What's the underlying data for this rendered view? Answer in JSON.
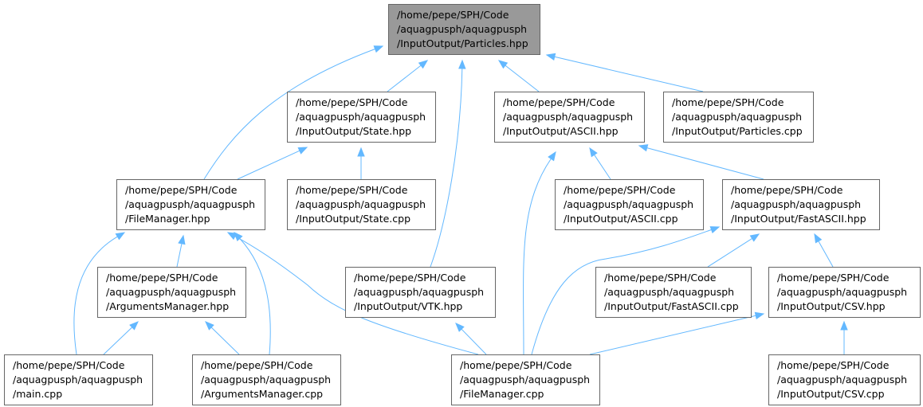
{
  "colors": {
    "highlight_fill": "#999999",
    "node_fill": "#ffffff",
    "node_border": "#666666",
    "edge": "#63b8ff",
    "text": "#000000"
  },
  "nodes": [
    {
      "id": "particles-hpp",
      "lines": [
        "/home/pepe/SPH/Code",
        "/aquagpusph/aquagpusph",
        "/InputOutput/Particles.hpp"
      ],
      "highlight": true
    },
    {
      "id": "state-hpp",
      "lines": [
        "/home/pepe/SPH/Code",
        "/aquagpusph/aquagpusph",
        "/InputOutput/State.hpp"
      ]
    },
    {
      "id": "ascii-hpp",
      "lines": [
        "/home/pepe/SPH/Code",
        "/aquagpusph/aquagpusph",
        "/InputOutput/ASCII.hpp"
      ]
    },
    {
      "id": "particles-cpp",
      "lines": [
        "/home/pepe/SPH/Code",
        "/aquagpusph/aquagpusph",
        "/InputOutput/Particles.cpp"
      ]
    },
    {
      "id": "filemanager-hpp",
      "lines": [
        "/home/pepe/SPH/Code",
        "/aquagpusph/aquagpusph",
        "/FileManager.hpp"
      ]
    },
    {
      "id": "state-cpp",
      "lines": [
        "/home/pepe/SPH/Code",
        "/aquagpusph/aquagpusph",
        "/InputOutput/State.cpp"
      ]
    },
    {
      "id": "ascii-cpp",
      "lines": [
        "/home/pepe/SPH/Code",
        "/aquagpusph/aquagpusph",
        "/InputOutput/ASCII.cpp"
      ]
    },
    {
      "id": "fastascii-hpp",
      "lines": [
        "/home/pepe/SPH/Code",
        "/aquagpusph/aquagpusph",
        "/InputOutput/FastASCII.hpp"
      ]
    },
    {
      "id": "argumentsmanager-hpp",
      "lines": [
        "/home/pepe/SPH/Code",
        "/aquagpusph/aquagpusph",
        "/ArgumentsManager.hpp"
      ]
    },
    {
      "id": "vtk-hpp",
      "lines": [
        "/home/pepe/SPH/Code",
        "/aquagpusph/aquagpusph",
        "/InputOutput/VTK.hpp"
      ]
    },
    {
      "id": "fastascii-cpp",
      "lines": [
        "/home/pepe/SPH/Code",
        "/aquagpusph/aquagpusph",
        "/InputOutput/FastASCII.cpp"
      ]
    },
    {
      "id": "csv-hpp",
      "lines": [
        "/home/pepe/SPH/Code",
        "/aquagpusph/aquagpusph",
        "/InputOutput/CSV.hpp"
      ]
    },
    {
      "id": "main-cpp",
      "lines": [
        "/home/pepe/SPH/Code",
        "/aquagpusph/aquagpusph",
        "/main.cpp"
      ]
    },
    {
      "id": "argumentsmanager-cpp",
      "lines": [
        "/home/pepe/SPH/Code",
        "/aquagpusph/aquagpusph",
        "/ArgumentsManager.cpp"
      ]
    },
    {
      "id": "filemanager-cpp",
      "lines": [
        "/home/pepe/SPH/Code",
        "/aquagpusph/aquagpusph",
        "/FileManager.cpp"
      ]
    },
    {
      "id": "csv-cpp",
      "lines": [
        "/home/pepe/SPH/Code",
        "/aquagpusph/aquagpusph",
        "/InputOutput/CSV.cpp"
      ]
    }
  ],
  "edges": [
    {
      "from": "state-hpp",
      "to": "particles-hpp"
    },
    {
      "from": "ascii-hpp",
      "to": "particles-hpp"
    },
    {
      "from": "particles-cpp",
      "to": "particles-hpp"
    },
    {
      "from": "filemanager-hpp",
      "to": "particles-hpp"
    },
    {
      "from": "vtk-hpp",
      "to": "particles-hpp"
    },
    {
      "from": "filemanager-hpp",
      "to": "state-hpp"
    },
    {
      "from": "state-cpp",
      "to": "state-hpp"
    },
    {
      "from": "ascii-cpp",
      "to": "ascii-hpp"
    },
    {
      "from": "fastascii-hpp",
      "to": "ascii-hpp"
    },
    {
      "from": "filemanager-cpp",
      "to": "ascii-hpp"
    },
    {
      "from": "argumentsmanager-hpp",
      "to": "filemanager-hpp"
    },
    {
      "from": "main-cpp",
      "to": "filemanager-hpp"
    },
    {
      "from": "argumentsmanager-cpp",
      "to": "filemanager-hpp"
    },
    {
      "from": "filemanager-cpp",
      "to": "filemanager-hpp"
    },
    {
      "from": "fastascii-cpp",
      "to": "fastascii-hpp"
    },
    {
      "from": "csv-hpp",
      "to": "fastascii-hpp"
    },
    {
      "from": "filemanager-cpp",
      "to": "fastascii-hpp"
    },
    {
      "from": "main-cpp",
      "to": "argumentsmanager-hpp"
    },
    {
      "from": "argumentsmanager-cpp",
      "to": "argumentsmanager-hpp"
    },
    {
      "from": "filemanager-cpp",
      "to": "vtk-hpp"
    },
    {
      "from": "filemanager-cpp",
      "to": "csv-hpp"
    },
    {
      "from": "csv-cpp",
      "to": "csv-hpp"
    }
  ]
}
